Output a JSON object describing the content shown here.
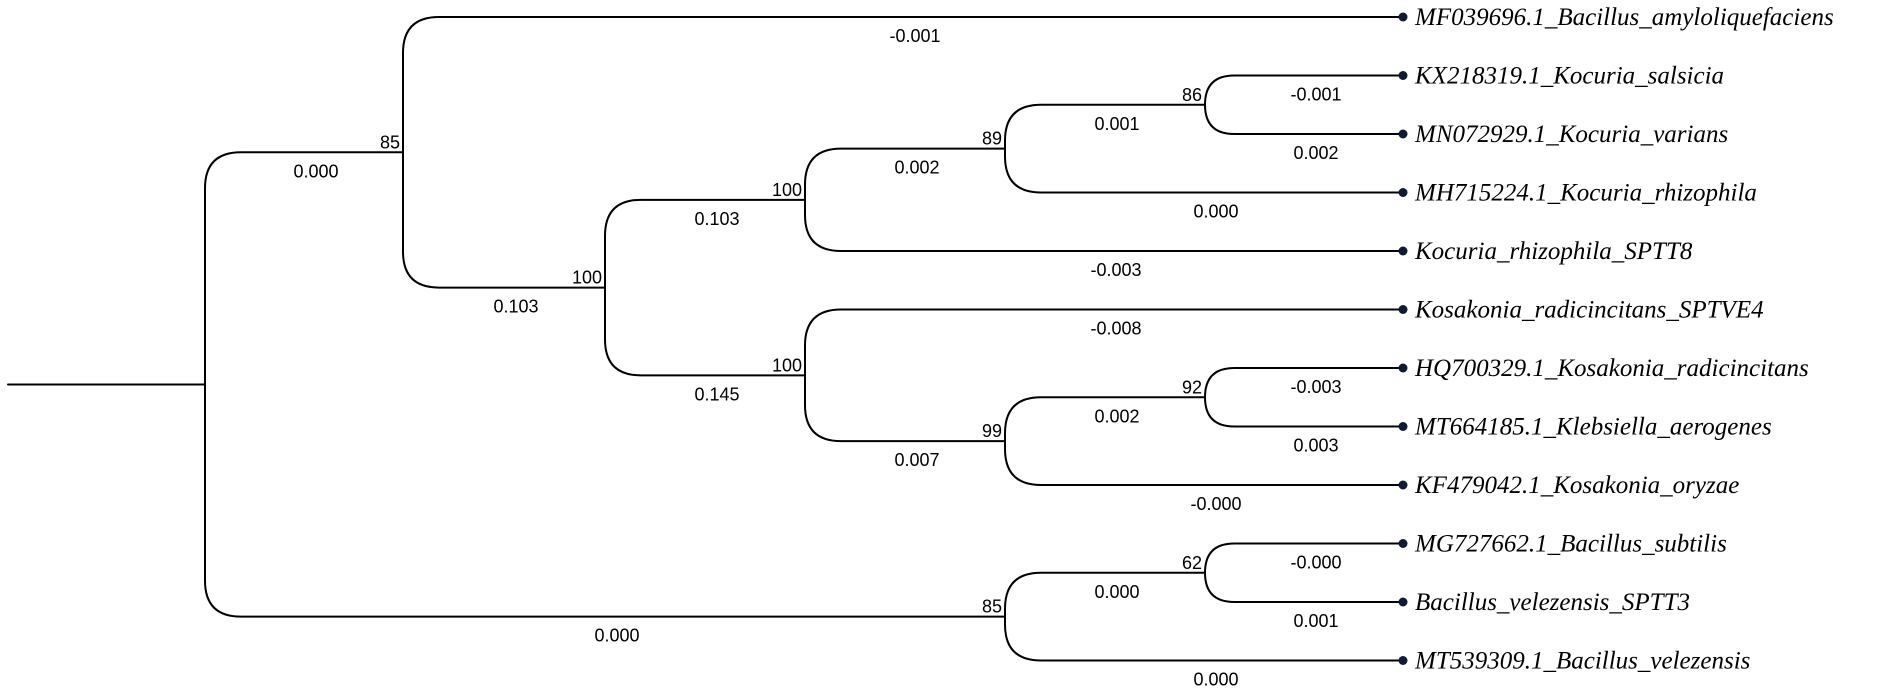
{
  "tree": {
    "taxa": [
      "MF039696.1_Bacillus_amyloliquefaciens",
      "KX218319.1_Kocuria_salsicia",
      "MN072929.1_Kocuria_varians",
      "MH715224.1_Kocuria_rhizophila",
      "Kocuria_rhizophila_SPTT8",
      "Kosakonia_radicincitans_SPTVE4",
      "HQ700329.1_Kosakonia_radicincitans",
      "MT664185.1_Klebsiella_aerogenes",
      "KF479042.1_Kosakonia_oryzae",
      "MG727662.1_Bacillus_subtilis",
      "Bacillus_velezensis_SPTT3",
      "MT539309.1_Bacillus_velezensis"
    ],
    "nodes": [
      {
        "id": "root",
        "parent": null,
        "bootstrap": "",
        "branch_length": ""
      },
      {
        "id": "A",
        "parent": "root",
        "bootstrap": "85",
        "branch_length": "0.000"
      },
      {
        "id": "F",
        "parent": "A",
        "bootstrap": "100",
        "branch_length": "0.103"
      },
      {
        "id": "C",
        "parent": "F",
        "bootstrap": "100",
        "branch_length": "0.103"
      },
      {
        "id": "B",
        "parent": "C",
        "bootstrap": "89",
        "branch_length": "0.002"
      },
      {
        "id": "B1",
        "parent": "B",
        "bootstrap": "86",
        "branch_length": "0.001"
      },
      {
        "id": "E",
        "parent": "F",
        "bootstrap": "100",
        "branch_length": "0.145"
      },
      {
        "id": "D",
        "parent": "E",
        "bootstrap": "99",
        "branch_length": "0.007"
      },
      {
        "id": "D1",
        "parent": "D",
        "bootstrap": "92",
        "branch_length": "0.002"
      },
      {
        "id": "G",
        "parent": "root",
        "bootstrap": "85",
        "branch_length": "0.000"
      },
      {
        "id": "G1",
        "parent": "G",
        "bootstrap": "62",
        "branch_length": "0.000"
      }
    ],
    "tips": [
      {
        "taxon": 0,
        "parent": "A",
        "branch_length": "-0.001"
      },
      {
        "taxon": 1,
        "parent": "B1",
        "branch_length": "-0.001"
      },
      {
        "taxon": 2,
        "parent": "B1",
        "branch_length": "0.002"
      },
      {
        "taxon": 3,
        "parent": "B",
        "branch_length": "0.000"
      },
      {
        "taxon": 4,
        "parent": "C",
        "branch_length": "-0.003"
      },
      {
        "taxon": 5,
        "parent": "E",
        "branch_length": "-0.008"
      },
      {
        "taxon": 6,
        "parent": "D1",
        "branch_length": "-0.003"
      },
      {
        "taxon": 7,
        "parent": "D1",
        "branch_length": "0.003"
      },
      {
        "taxon": 8,
        "parent": "D",
        "branch_length": "-0.000"
      },
      {
        "taxon": 9,
        "parent": "G1",
        "branch_length": "-0.000"
      },
      {
        "taxon": 10,
        "parent": "G1",
        "branch_length": "0.001"
      },
      {
        "taxon": 11,
        "parent": "G",
        "branch_length": "0.000"
      }
    ]
  },
  "colors": {
    "branch": "#000000",
    "tip_dot": "#111a33",
    "text": "#000000",
    "background": "#ffffff"
  }
}
